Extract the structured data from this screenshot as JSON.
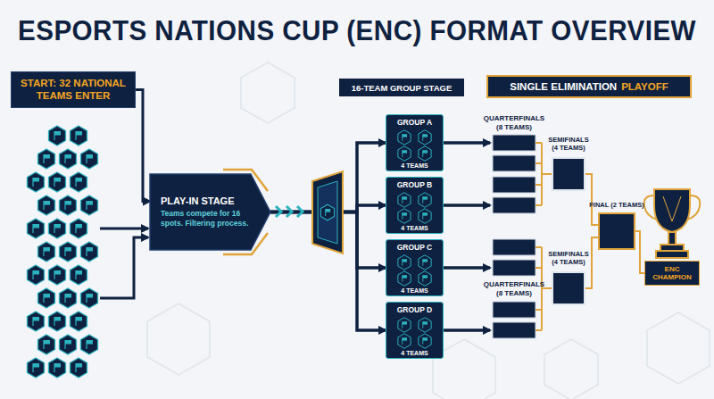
{
  "diagram": {
    "title": "ESPORTS NATIONS CUP (ENC) FORMAT OVERVIEW",
    "nodes": [
      {
        "text": [
          "START: 32 NATIONAL TEAMS ENTER"
        ]
      },
      {
        "text": [
          "PLAY-IN STAGE",
          "Teams compete for 16 spots. Filtering process."
        ]
      },
      {
        "text": [
          "16-TEAM GROUP STAGE"
        ]
      },
      {
        "text": [
          "GROUP A",
          "4 TEAMS"
        ]
      },
      {
        "text": [
          "GROUP B",
          "4 TEAMS"
        ]
      },
      {
        "text": [
          "GROUP C",
          "4 TEAMS"
        ]
      },
      {
        "text": [
          "GROUP D",
          "4 TEAMS"
        ]
      },
      {
        "text": [
          "SINGLE ELIMINATION",
          "PLAYOFF"
        ]
      },
      {
        "text": [
          "SEMIFINALS (4 TEAMS)"
        ]
      },
      {
        "text": [
          "SEMIFINALS (4 TEAMS)"
        ]
      },
      {
        "text": [
          "FINAL (2 TEAMS)"
        ]
      },
      {
        "text": [
          "ENC CHAMPION"
        ]
      }
    ],
    "edges": [
      {
        "from": 0,
        "to": 1,
        "arrow": "to"
      },
      {
        "from": 1,
        "to": 3,
        "arrow": "to"
      },
      {
        "from": 1,
        "to": 4,
        "arrow": "to"
      },
      {
        "from": 1,
        "to": 5,
        "arrow": "to"
      },
      {
        "from": 1,
        "to": 6,
        "arrow": "to"
      },
      {
        "from": 8,
        "to": 10,
        "arrow": "none"
      },
      {
        "from": 9,
        "to": 10,
        "arrow": "none"
      },
      {
        "from": 10,
        "to": 11,
        "arrow": "none"
      }
    ],
    "labels": [
      "QUARTERFINALS (8 TEAMS)",
      "QUARTERFINALS (8 TEAMS)"
    ]
  }
}
